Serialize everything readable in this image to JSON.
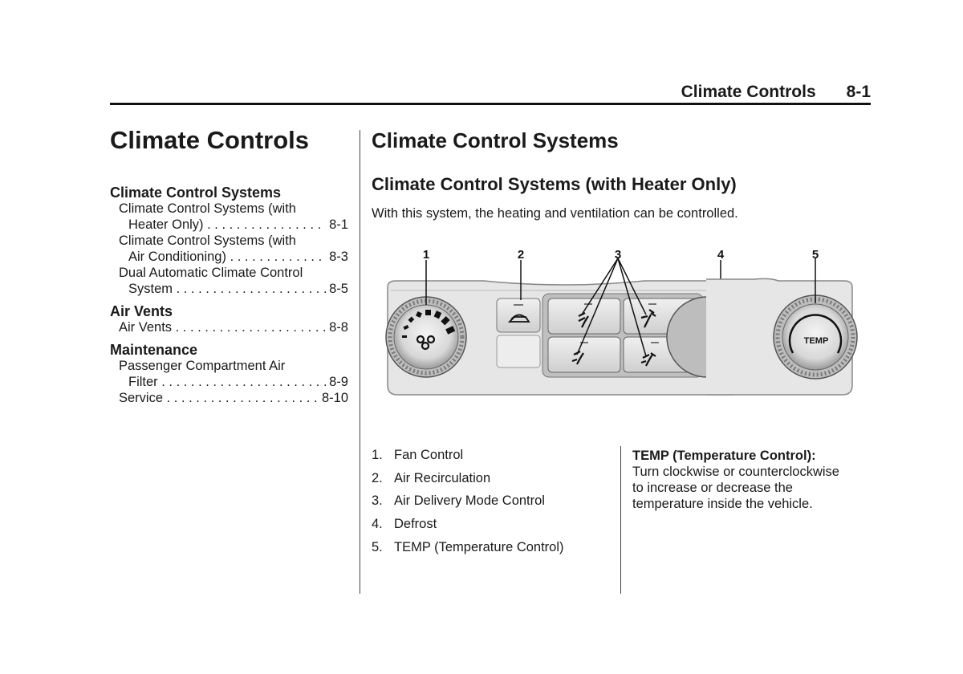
{
  "header": {
    "title": "Climate Controls",
    "page": "8-1"
  },
  "chapter_title": "Climate Controls",
  "toc": {
    "sections": [
      {
        "heading": "Climate Control Systems",
        "entries": [
          {
            "line1": "Climate Control Systems (with",
            "line2": "Heater Only)",
            "page": "8-1"
          },
          {
            "line1": "Climate Control Systems (with",
            "line2": "Air Conditioning)",
            "page": "8-3"
          },
          {
            "line1": "Dual Automatic Climate Control",
            "line2": "System",
            "page": "8-5"
          }
        ]
      },
      {
        "heading": "Air Vents",
        "entries": [
          {
            "line2": "Air Vents",
            "page": "8-8"
          }
        ]
      },
      {
        "heading": "Maintenance",
        "entries": [
          {
            "line1": "Passenger Compartment Air",
            "line2": "Filter",
            "page": "8-9"
          },
          {
            "line2": "Service",
            "page": "8-10"
          }
        ]
      }
    ]
  },
  "main": {
    "heading": "Climate Control Systems",
    "subheading": "Climate Control Systems (with Heater Only)",
    "intro": "With this system, the heating and ventilation can be controlled.",
    "callouts": [
      "1",
      "2",
      "3",
      "4",
      "5"
    ],
    "knob_label": "TEMP",
    "items": [
      {
        "num": "1.",
        "label": "Fan Control"
      },
      {
        "num": "2.",
        "label": "Air Recirculation"
      },
      {
        "num": "3.",
        "label": "Air Delivery Mode Control"
      },
      {
        "num": "4.",
        "label": "Defrost"
      },
      {
        "num": "5.",
        "label": "TEMP (Temperature Control)"
      }
    ],
    "temp_desc": {
      "title": "TEMP (Temperature Control):",
      "lines": [
        "Turn clockwise or counterclockwise",
        "to increase or decrease the",
        "temperature inside the vehicle."
      ]
    }
  }
}
